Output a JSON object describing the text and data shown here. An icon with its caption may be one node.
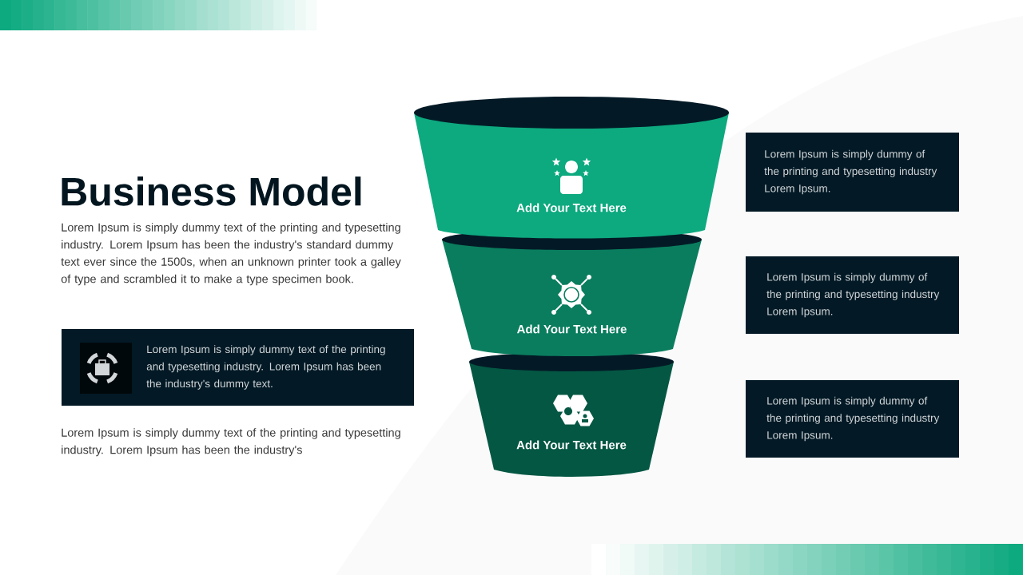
{
  "diagram": {
    "title": "Business Model",
    "nodes": [
      {
        "text": [
          "Add Your Text Here"
        ]
      },
      {
        "text": [
          "Add Your Text Here"
        ]
      },
      {
        "text": [
          "Add Your Text Here"
        ]
      },
      {
        "text": [
          "Lorem Ipsum is simply dummy of the printing and typesetting industry Lorem Ipsum."
        ]
      },
      {
        "text": [
          "Lorem Ipsum is simply dummy of the printing and typesetting industry Lorem Ipsum."
        ]
      },
      {
        "text": [
          "Lorem Ipsum is simply dummy of the printing and typesetting industry Lorem Ipsum."
        ]
      },
      {
        "text": [
          "Lorem Ipsum is simply dummy text of the printing and typesetting industry. Lorem Ipsum has been the industry's dummy text."
        ]
      }
    ],
    "labels": [
      "Lorem Ipsum is simply dummy text of the printing and typesetting industry. Lorem Ipsum has been the industry's standard dummy text ever since the 1500s, when an unknown printer took a galley of type and scrambled it to make a type specimen book.",
      "Lorem Ipsum is simply dummy text of the printing and typesetting industry. Lorem Ipsum has been the industry's"
    ]
  }
}
